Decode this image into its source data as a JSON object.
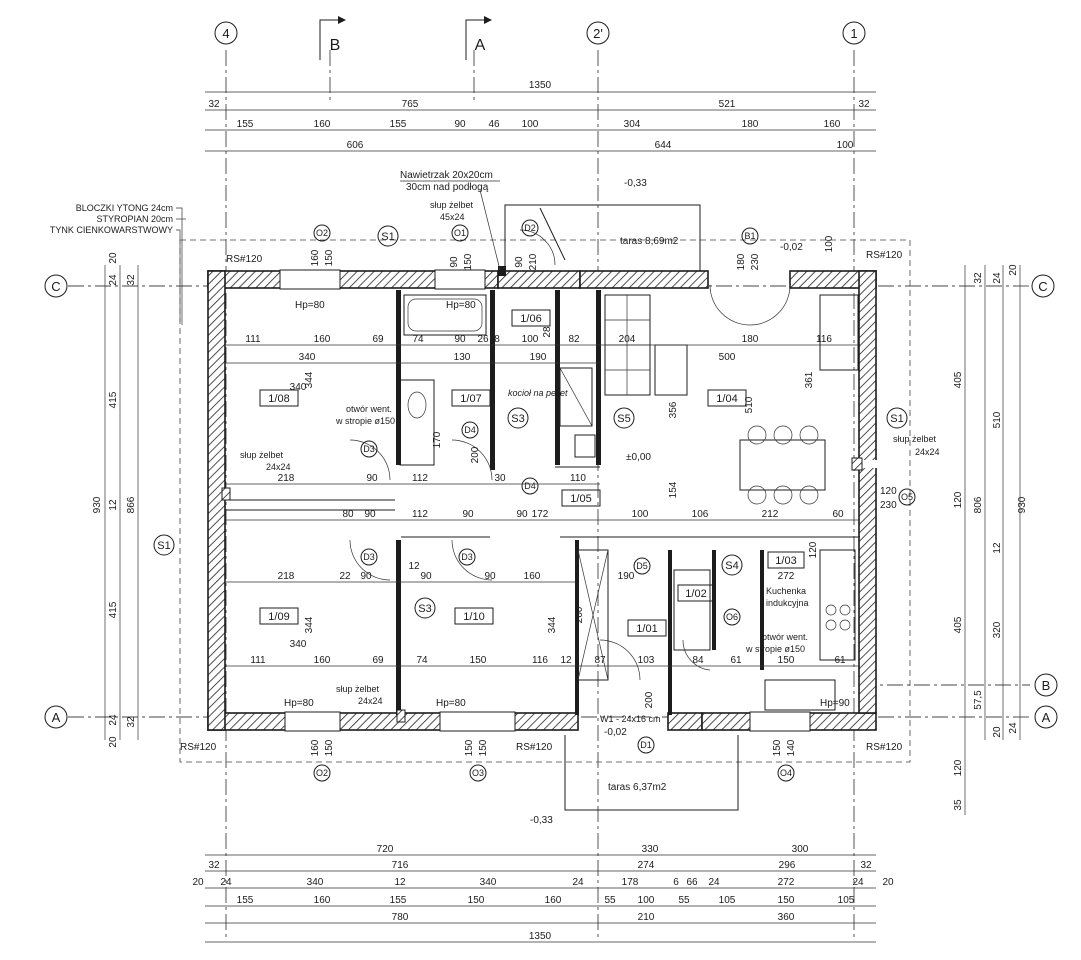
{
  "axes": {
    "top": [
      "4",
      "2'",
      "1"
    ],
    "sections": [
      "B",
      "A"
    ],
    "side": [
      "C",
      "A",
      "B"
    ]
  },
  "dims": {
    "top": {
      "overall": "1350",
      "row2": [
        "32",
        "765",
        "521",
        "32"
      ],
      "row3": [
        "155",
        "160",
        "155",
        "90",
        "46",
        "100",
        "304",
        "180",
        "160"
      ],
      "row4": [
        "606",
        "644",
        "100"
      ]
    },
    "bottom": {
      "row1": [
        "720",
        "330",
        "300"
      ],
      "row2": [
        "32",
        "716",
        "274",
        "296",
        "32"
      ],
      "row3": [
        "20",
        "24",
        "340",
        "12",
        "340",
        "24",
        "178",
        "6",
        "66",
        "24",
        "272",
        "24",
        "20"
      ],
      "row4": [
        "155",
        "160",
        "155",
        "150",
        "160",
        "55",
        "100",
        "55",
        "105",
        "150",
        "105"
      ],
      "row5": [
        "780",
        "210",
        "360"
      ],
      "row6": [
        "1350"
      ]
    },
    "left": {
      "outer": "930",
      "mid": [
        "415",
        "12",
        "415"
      ],
      "inner": [
        "866"
      ],
      "small": [
        "20",
        "24",
        "32",
        "24",
        "20",
        "32"
      ]
    },
    "right": {
      "outer": "930",
      "a": [
        "405",
        "120",
        "405"
      ],
      "b": [
        "510",
        "806",
        "12",
        "320"
      ],
      "small": [
        "32",
        "24",
        "20",
        "20",
        "24",
        "57,5",
        "120",
        "35"
      ]
    }
  },
  "legend": [
    "BLOCZKI YTONG 24cm",
    "STYROPIAN 20cm",
    "TYNK CIENKOWARSTWOWY"
  ],
  "notes": {
    "nawietrzak1": "Nawietrzak 20x20cm",
    "nawietrzak2": "30cm nad podłogą",
    "slup1": "słup żelbet",
    "slup1size": "45x24",
    "slup2": "słup żelbet",
    "slup2size": "24x24",
    "slup3": "słup żelbet",
    "slup3size": "24x24",
    "slup4": "słup żelbet",
    "slup4size": "24x24",
    "taras1": "taras 8,69m2",
    "taras2": "taras 6,37m2",
    "level0": "±0,00",
    "levelTopTerrace": "-0,33",
    "levelTopTerrace2": "-0,02",
    "levelBottom1": "-0,02",
    "levelBottom2": "-0,33",
    "otwor1a": "otwór went.",
    "otwor1b": "w stropie ø150",
    "otwor2a": "otwór went.",
    "otwor2b": "w stropie ø150",
    "kociol": "kocioł na pellet",
    "kuchenka1": "Kuchenka",
    "kuchenka2": "indukcyjna",
    "w1": "W1 - 24x16 cm",
    "rs": [
      "RS#120",
      "RS#120",
      "RS#120",
      "RS#120",
      "RS#120"
    ]
  },
  "rooms": [
    {
      "id": "1/08"
    },
    {
      "id": "1/07"
    },
    {
      "id": "1/06"
    },
    {
      "id": "1/04"
    },
    {
      "id": "1/05"
    },
    {
      "id": "1/09"
    },
    {
      "id": "1/10"
    },
    {
      "id": "1/01"
    },
    {
      "id": "1/02"
    },
    {
      "id": "1/03"
    }
  ],
  "hp": [
    "Hp=80",
    "Hp=80",
    "Hp=80",
    "Hp=80",
    "Hp=90"
  ],
  "tags": {
    "windows": [
      "O2",
      "O1",
      "O2",
      "O3",
      "O4",
      "O5",
      "O6",
      "D2",
      "B1",
      "D3",
      "D4",
      "D5",
      "D1",
      "D3",
      "D3",
      "D4"
    ],
    "sections": [
      "S1",
      "S1",
      "S1",
      "S3",
      "S3",
      "S5",
      "S4"
    ]
  },
  "inner": {
    "r1": [
      "111",
      "160",
      "69",
      "74",
      "90",
      "26",
      "8",
      "100",
      "82",
      "28",
      "204",
      "180",
      "116"
    ],
    "r2": [
      "340",
      "130",
      "190",
      "500"
    ],
    "r3": [
      "218",
      "90",
      "112",
      "30",
      "172",
      "110",
      "154"
    ],
    "r4": [
      "80",
      "90",
      "112",
      "90",
      "90",
      "100",
      "106",
      "212",
      "60"
    ],
    "r5": [
      "218",
      "22",
      "90",
      "12",
      "90",
      "90",
      "160",
      "190",
      "272"
    ],
    "r6": [
      "111",
      "160",
      "69",
      "74",
      "150",
      "116",
      "12",
      "87",
      "103",
      "84",
      "61",
      "150",
      "61"
    ],
    "r7": [
      "340",
      "340",
      "344",
      "344",
      "344",
      "361",
      "356",
      "510",
      "260",
      "120",
      "170",
      "200",
      "200"
    ],
    "win": [
      "160",
      "150",
      "90",
      "150",
      "160",
      "150",
      "150",
      "150",
      "150",
      "140",
      "90",
      "210",
      "180",
      "230",
      "120",
      "230",
      "100"
    ]
  }
}
